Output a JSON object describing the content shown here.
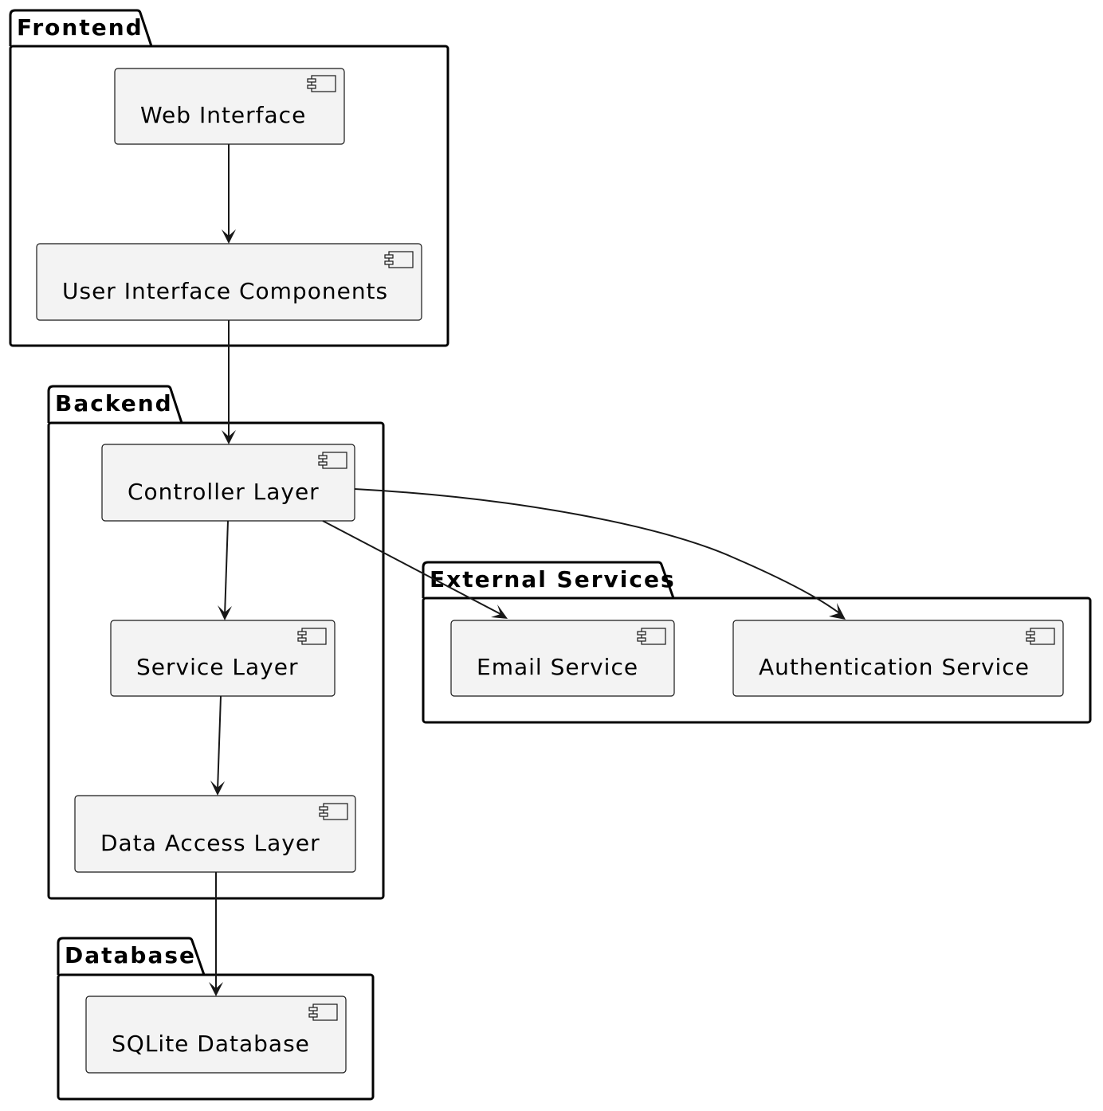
{
  "packages": {
    "frontend": {
      "title": "Frontend"
    },
    "backend": {
      "title": "Backend"
    },
    "external": {
      "title": "External Services"
    },
    "database": {
      "title": "Database"
    }
  },
  "components": {
    "web_interface": "Web Interface",
    "ui_components": "User Interface Components",
    "controller_layer": "Controller Layer",
    "service_layer": "Service Layer",
    "data_access_layer": "Data Access Layer",
    "email_service": "Email Service",
    "auth_service": "Authentication Service",
    "sqlite_database": "SQLite Database"
  },
  "icons": {
    "component": "component-icon"
  },
  "edges": [
    {
      "from": "Web Interface",
      "to": "User Interface Components"
    },
    {
      "from": "User Interface Components",
      "to": "Controller Layer"
    },
    {
      "from": "Controller Layer",
      "to": "Service Layer"
    },
    {
      "from": "Service Layer",
      "to": "Data Access Layer"
    },
    {
      "from": "Data Access Layer",
      "to": "SQLite Database"
    },
    {
      "from": "Controller Layer",
      "to": "Email Service"
    },
    {
      "from": "Controller Layer",
      "to": "Authentication Service"
    }
  ]
}
